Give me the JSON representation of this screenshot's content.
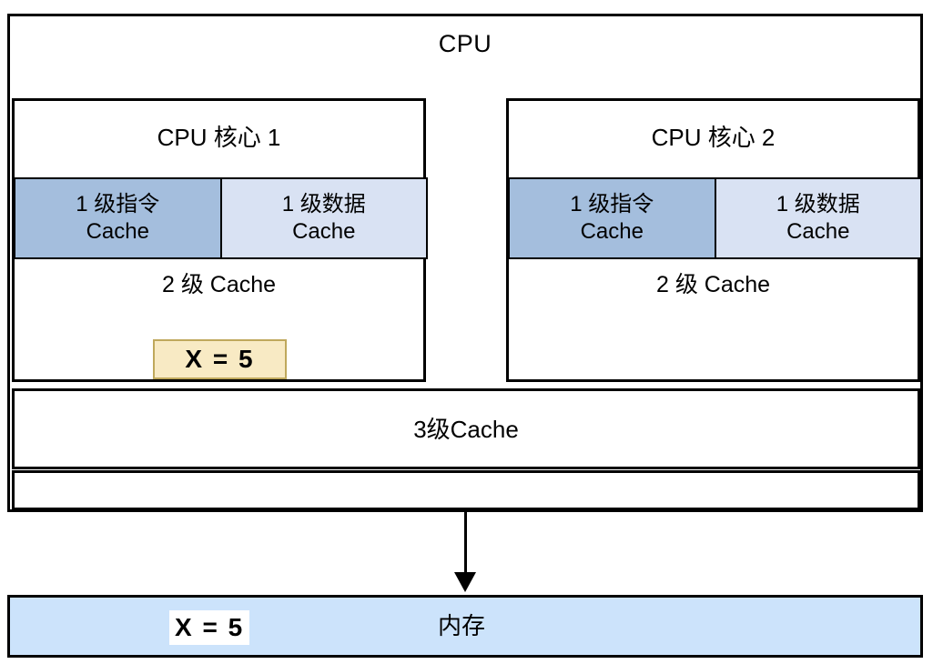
{
  "diagram": {
    "title": "CPU",
    "cpu": {
      "label": "CPU",
      "cores": [
        {
          "title": "CPU 核心 1",
          "l1_instruction": {
            "line1": "1 级指令",
            "line2": "Cache"
          },
          "l1_data": {
            "line1": "1 级数据",
            "line2": "Cache"
          },
          "l2_label": "2 级 Cache",
          "cached_value": "X = 5"
        },
        {
          "title": "CPU 核心 2",
          "l1_instruction": {
            "line1": "1 级指令",
            "line2": "Cache"
          },
          "l1_data": {
            "line1": "1 级数据",
            "line2": "Cache"
          },
          "l2_label": "2 级 Cache",
          "cached_value": ""
        }
      ],
      "l3_label": "3级Cache",
      "bus_label": ""
    },
    "memory": {
      "value": "X = 5",
      "label": "内存"
    },
    "arrow": {
      "name": "down-arrow",
      "direction": "down"
    },
    "colors": {
      "l1_instruction_fill": "#A4BEDD",
      "l1_data_fill": "#D9E2F3",
      "memory_fill": "#CCE3FB",
      "value_box_fill": "#F8EAC4",
      "value_box_border": "#BFA85C",
      "stroke": "#000000"
    }
  }
}
